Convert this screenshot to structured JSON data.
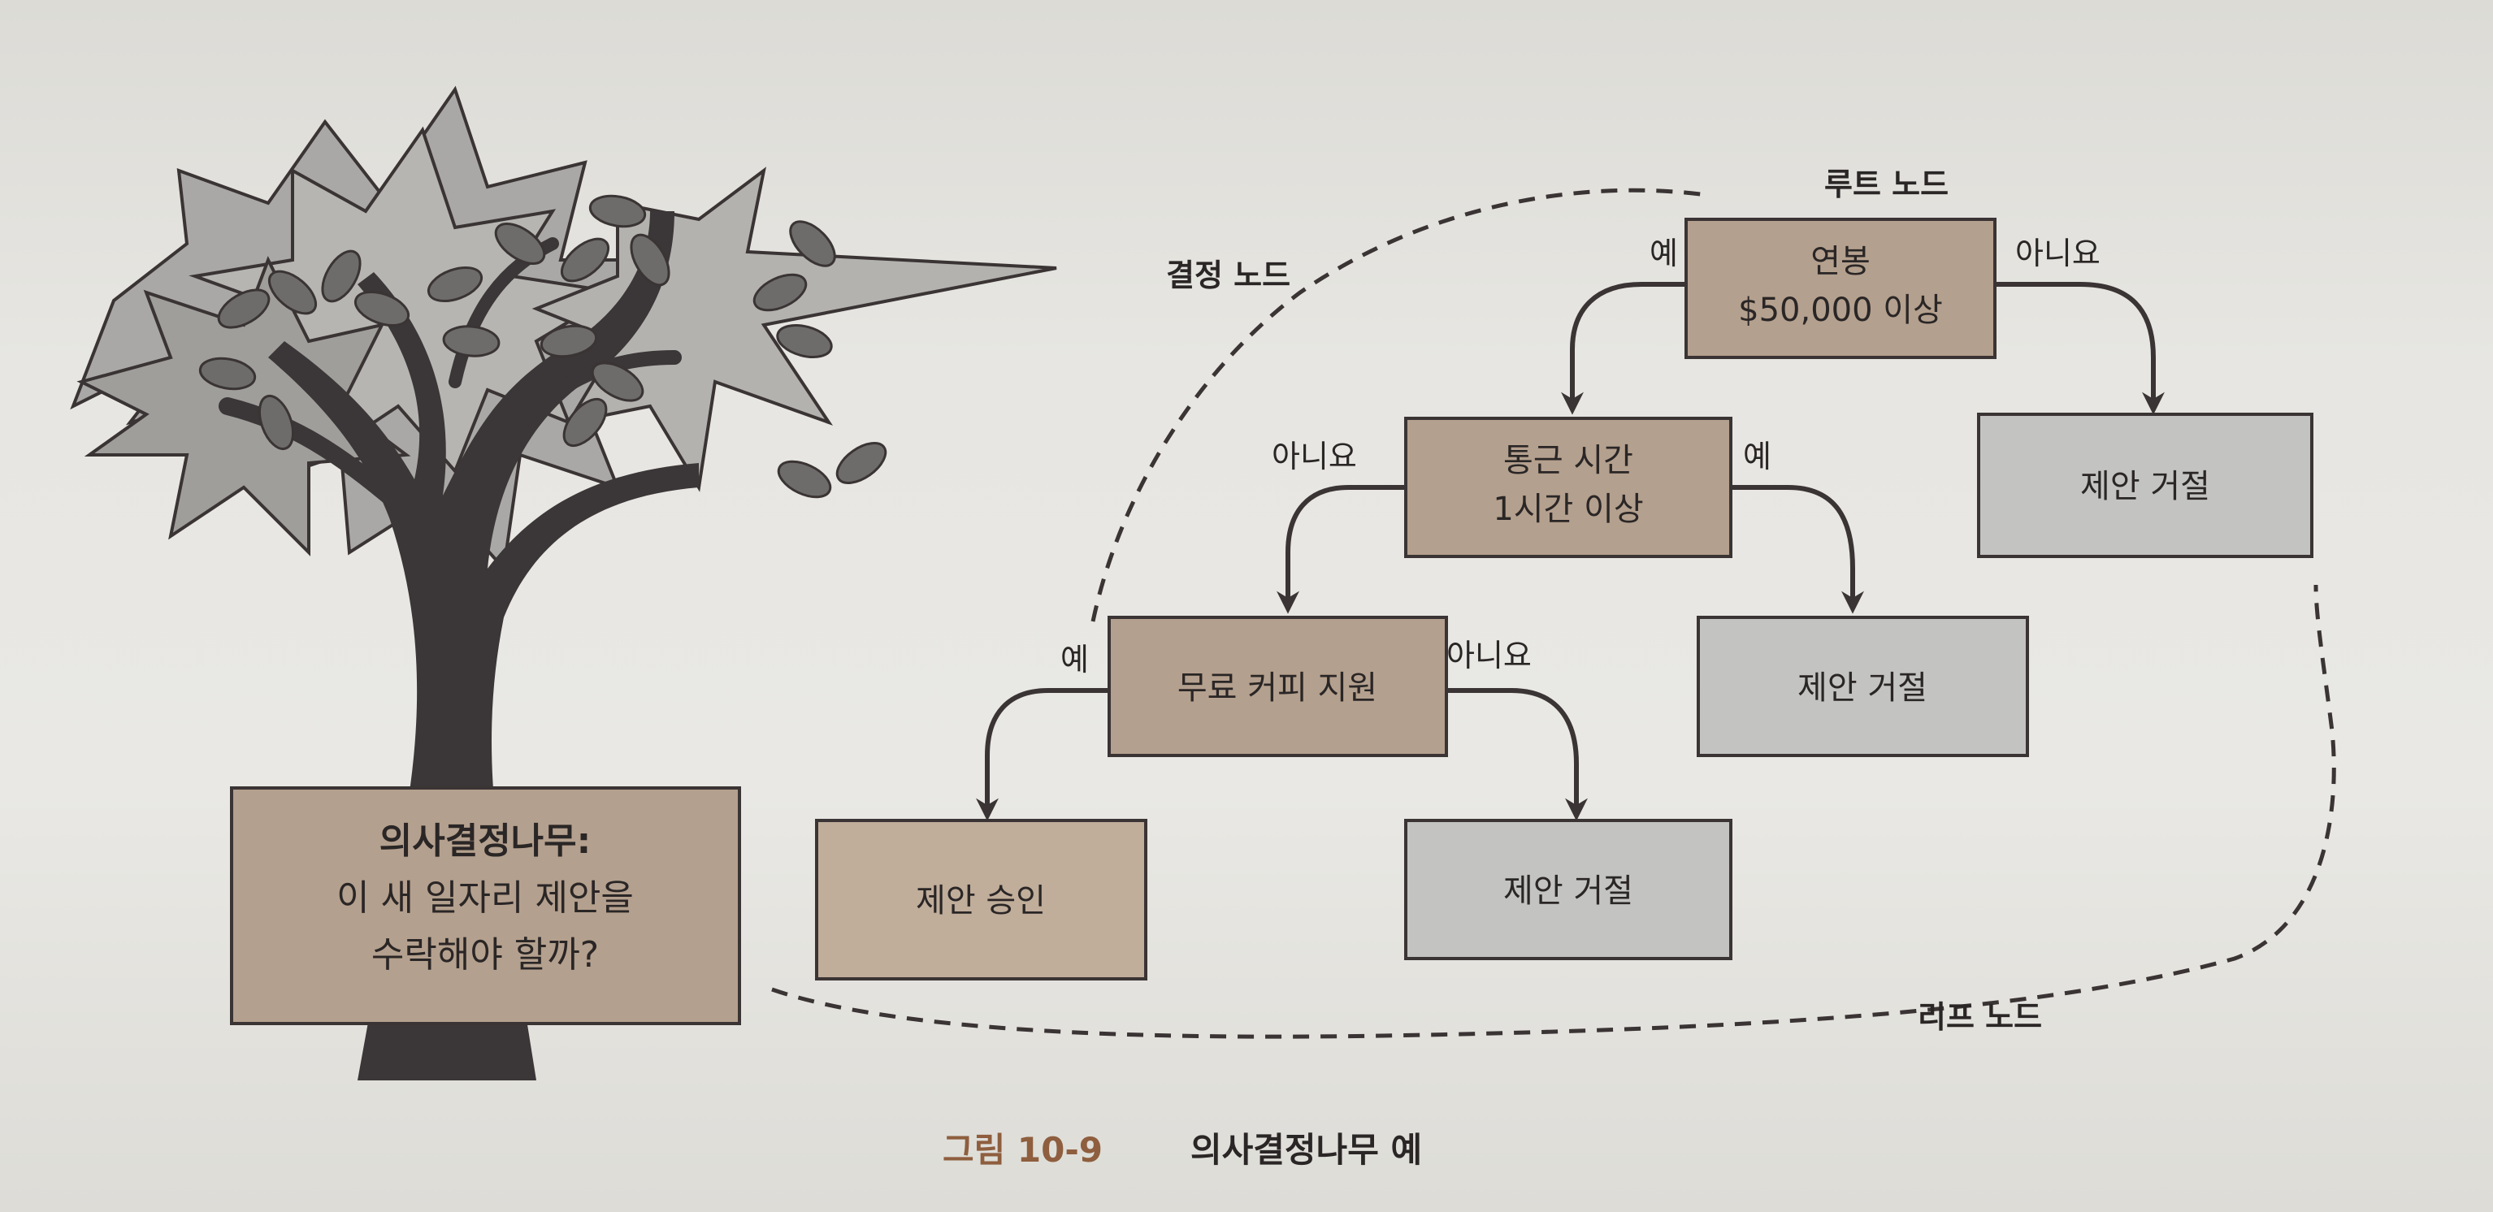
{
  "colors": {
    "decision_fill": "#b4a08e",
    "reject_fill": "#c3c3c1",
    "approve_fill": "#c0ad9a",
    "outline": "#3a3434",
    "edge": "#3a3434",
    "caption_accent": "#8e5e3e",
    "tree_canopy": "#a9a8a6",
    "tree_trunk": "#3b3637",
    "leaf": "#6d6c6b"
  },
  "annotations": {
    "root_node": "루트 노드",
    "decision_node": "결정 노드",
    "leaf_node": "리프 노드"
  },
  "question_box": {
    "title": "의사결정나무:",
    "line1": "이 새 일자리 제안을",
    "line2": "수락해야 할까?"
  },
  "nodes": {
    "salary": {
      "line1": "연봉",
      "line2": "$50,000 이상"
    },
    "commute": {
      "line1": "통근 시간",
      "line2": "1시간 이상"
    },
    "coffee": {
      "line1": "무료 커피 지원"
    },
    "reject_salary": {
      "line1": "제안 거절"
    },
    "reject_commute": {
      "line1": "제안 거절"
    },
    "reject_coffee": {
      "line1": "제안 거절"
    },
    "accept": {
      "line1": "제안 승인"
    }
  },
  "edges": {
    "salary_yes": "예",
    "salary_no": "아니요",
    "commute_no": "아니요",
    "commute_yes": "예",
    "coffee_yes": "예",
    "coffee_no": "아니요"
  },
  "caption": {
    "label": "그림 10-9",
    "text": "의사결정나무 예"
  }
}
